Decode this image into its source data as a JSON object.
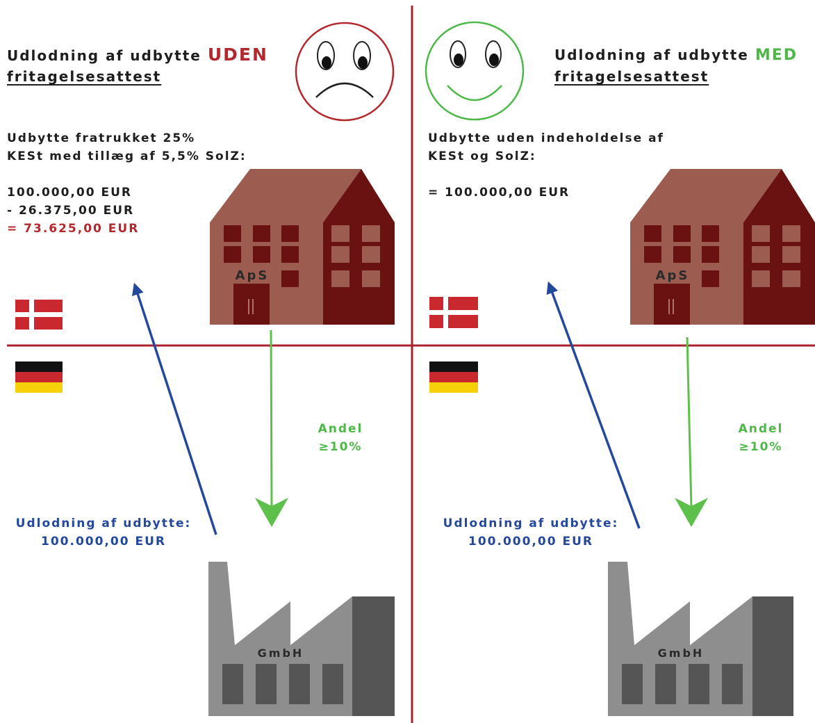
{
  "colors": {
    "divider": "#a82228",
    "sad_red": "#b3282d",
    "happy_green": "#4db848",
    "arrow_blue": "#24489b",
    "arrow_green": "#5cc04a",
    "house_front": "#9d5c50",
    "house_side": "#6a1212",
    "factory_light": "#8e8e8e",
    "factory_dark": "#555555"
  },
  "left": {
    "title_line1": "Udlodning af udbytte",
    "title_highlight": "UDEN",
    "title_line2": "fritagelsesattest",
    "face": "sad-face-icon",
    "desc_line1": "Udbytte fratrukket 25%",
    "desc_line2": "KESt med tillæg af 5,5% SolZ:",
    "calc_line1": "100.000,00 EUR",
    "calc_line2": "- 26.375,00 EUR",
    "calc_result": "= 73.625,00 EUR",
    "house_label": "ApS",
    "factory_label": "GmbH",
    "share_line1": "Andel",
    "share_line2": "≥10%",
    "payout_line1": "Udlodning af udbytte:",
    "payout_line2": "100.000,00 EUR"
  },
  "right": {
    "title_line1": "Udlodning af udbytte",
    "title_highlight": "MED",
    "title_line2": "fritagelsesattest",
    "face": "happy-face-icon",
    "desc_line1": "Udbytte uden indeholdelse af",
    "desc_line2": "KESt og SolZ:",
    "calc_result": "= 100.000,00 EUR",
    "house_label": "ApS",
    "factory_label": "GmbH",
    "share_line1": "Andel",
    "share_line2": "≥10%",
    "payout_line1": "Udlodning af udbytte:",
    "payout_line2": "100.000,00 EUR"
  },
  "flags": {
    "top": "denmark-flag-icon",
    "bottom": "germany-flag-icon"
  }
}
